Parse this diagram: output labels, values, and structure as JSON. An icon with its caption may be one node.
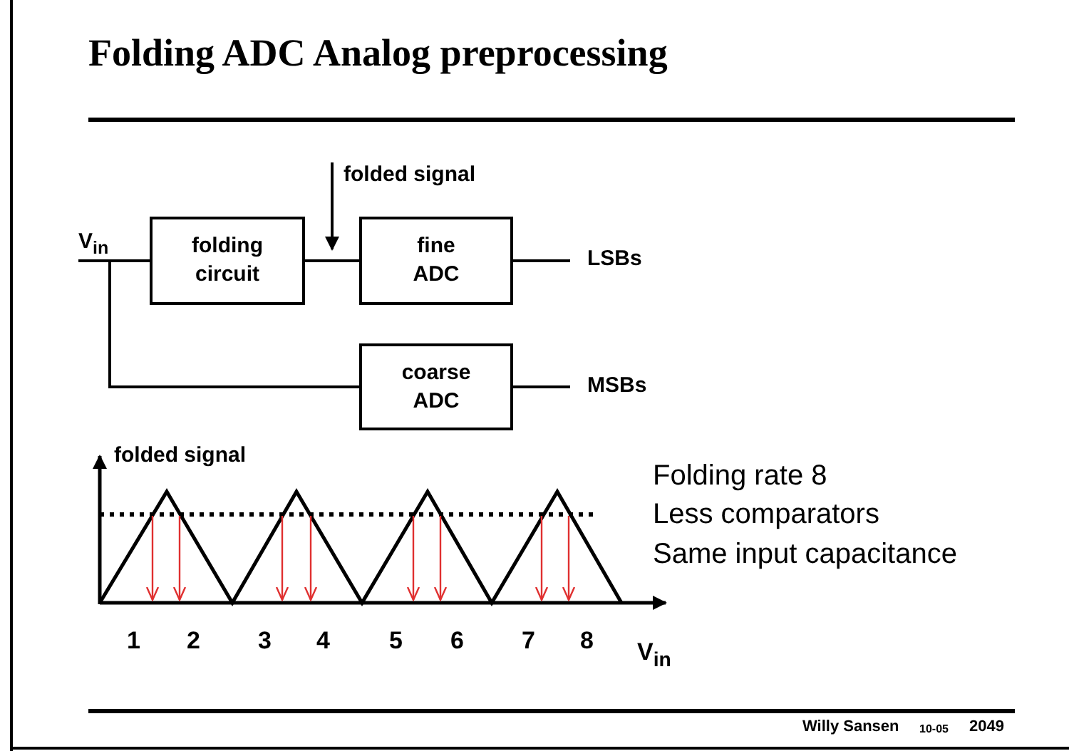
{
  "diagram": {
    "title": "Folding ADC Analog preprocessing",
    "nodes": [
      {
        "text": [
          "V$_{in}$"
        ]
      },
      {
        "text": [
          "folding circuit"
        ]
      },
      {
        "text": [
          "fine ADC"
        ]
      },
      {
        "text": [
          "coarse ADC"
        ]
      },
      {
        "text": [
          "LSBs"
        ]
      },
      {
        "text": [
          "MSBs"
        ]
      },
      {
        "text": [
          "folded signal"
        ]
      }
    ],
    "edges": [
      {
        "from": 0,
        "to": 1,
        "arrow": "none"
      },
      {
        "from": 1,
        "to": 2,
        "arrow": "none"
      },
      {
        "from": 0,
        "to": 3,
        "arrow": "none"
      },
      {
        "from": 2,
        "to": 4,
        "arrow": "none"
      },
      {
        "from": 3,
        "to": 5,
        "arrow": "none"
      },
      {
        "from": 6,
        "to": 2,
        "arrow": "to"
      }
    ],
    "labels": [
      "folded signal",
      "1",
      "2",
      "3",
      "4",
      "5",
      "6",
      "7",
      "8",
      "V$_{in}$",
      "Folding rate 8",
      "Less comparators",
      "Same input capacitance",
      "Willy Sansen",
      "10-05",
      "2049"
    ]
  }
}
